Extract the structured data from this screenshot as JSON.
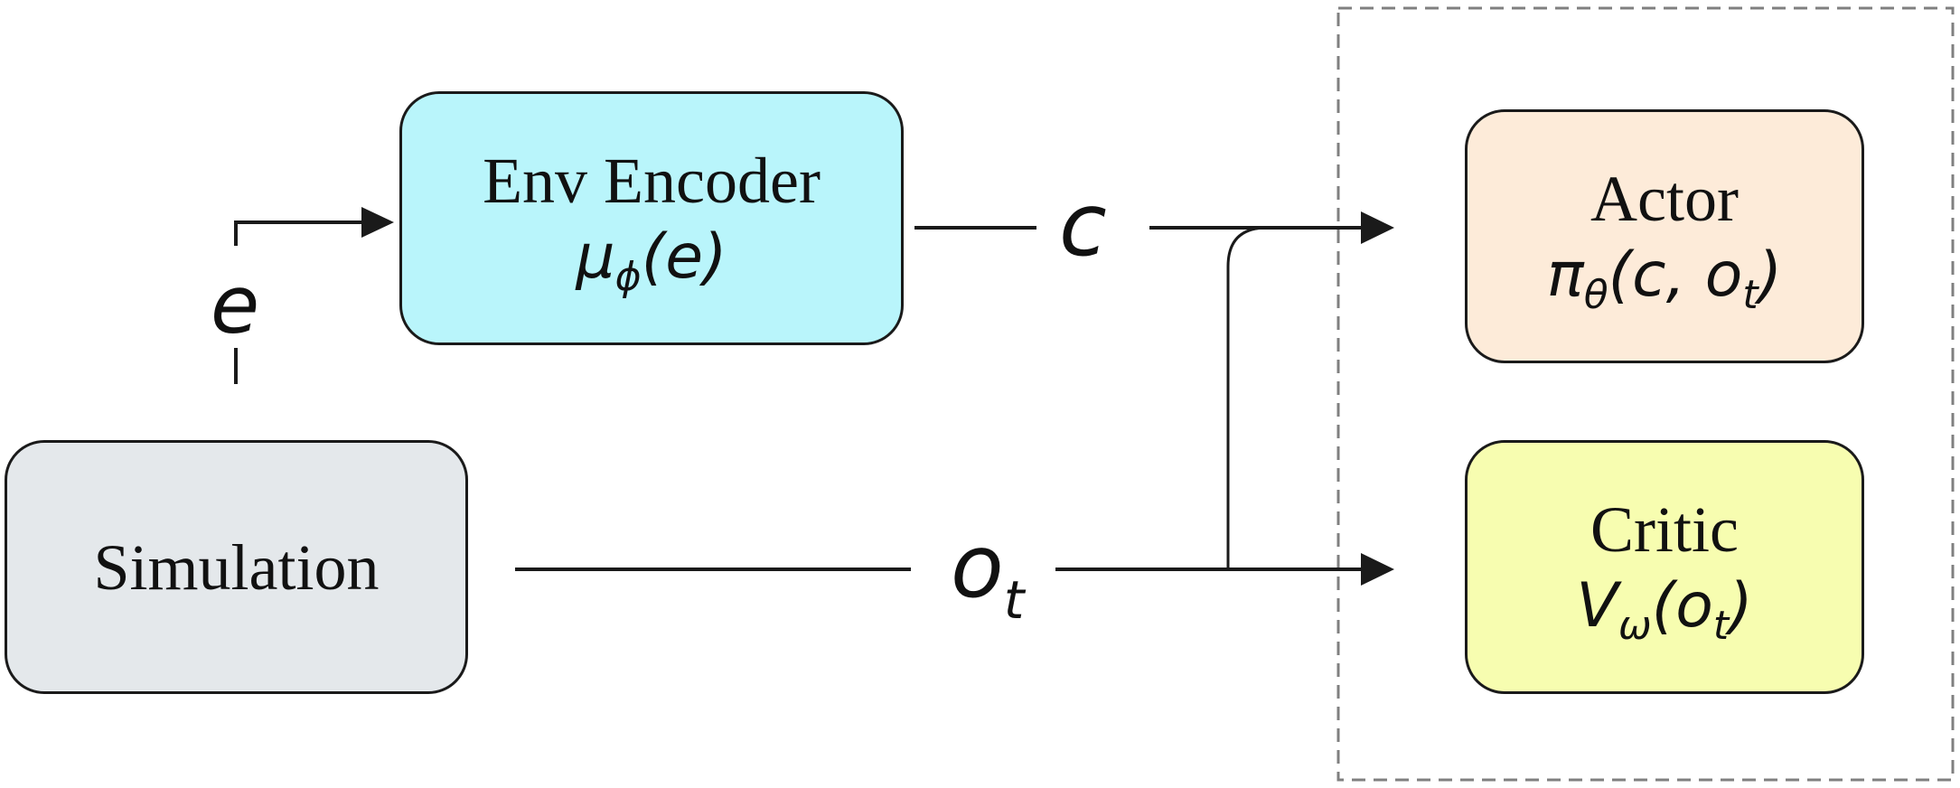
{
  "boxes": {
    "simulation": {
      "title": "Simulation",
      "fill": "#e4e8eb"
    },
    "env_encoder": {
      "title": "Env Encoder",
      "formula": {
        "main": "μ",
        "sub": "ϕ",
        "args": "(e)"
      },
      "fill": "#b9f5fb"
    },
    "actor": {
      "title": "Actor",
      "formula": {
        "main": "π",
        "sub": "θ",
        "args_pre": "(c, o",
        "args_sub": "t",
        "args_post": ")"
      },
      "fill": "#fdebd9"
    },
    "critic": {
      "title": "Critic",
      "formula": {
        "main": "V",
        "sub": "ω",
        "args_pre": "(o",
        "args_sub": "t",
        "args_post": ")"
      },
      "fill": "#f7fdb0"
    }
  },
  "signals": {
    "e": "e",
    "c": "c",
    "o_main": "o",
    "o_sub": "t"
  },
  "colors": {
    "stroke": "#1a1a1a",
    "dashed_border": "#808080"
  }
}
